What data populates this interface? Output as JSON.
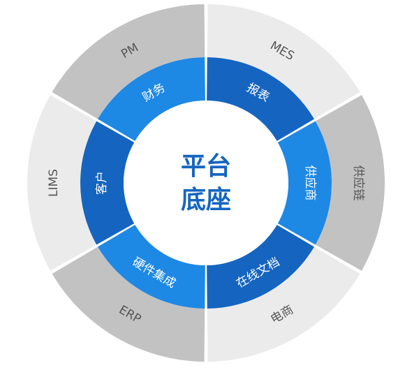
{
  "center": {
    "lines": [
      "平台",
      "底座"
    ]
  },
  "outer_ring": [
    {
      "label": "LIMS",
      "shade": "light"
    },
    {
      "label": "PM",
      "shade": "dark"
    },
    {
      "label": "MES",
      "shade": "light"
    },
    {
      "label": "供应链",
      "shade": "dark"
    },
    {
      "label": "电商",
      "shade": "light"
    },
    {
      "label": "ERP",
      "shade": "dark"
    }
  ],
  "inner_ring": [
    {
      "label": "报表",
      "shade": "dark"
    },
    {
      "label": "供应商",
      "shade": "light"
    },
    {
      "label": "在线文档",
      "shade": "dark"
    },
    {
      "label": "硬件集成",
      "shade": "light"
    },
    {
      "label": "客户",
      "shade": "dark"
    },
    {
      "label": "财务",
      "shade": "light"
    }
  ],
  "colors": {
    "outer_light": "#ebebeb",
    "outer_dark": "#c2c2c2",
    "inner_light": "#1e88e5",
    "inner_dark": "#1565c0",
    "center_fill": "#ffffff",
    "center_text": "#1565c0",
    "outer_text": "#555555",
    "inner_text": "#ffffff"
  }
}
